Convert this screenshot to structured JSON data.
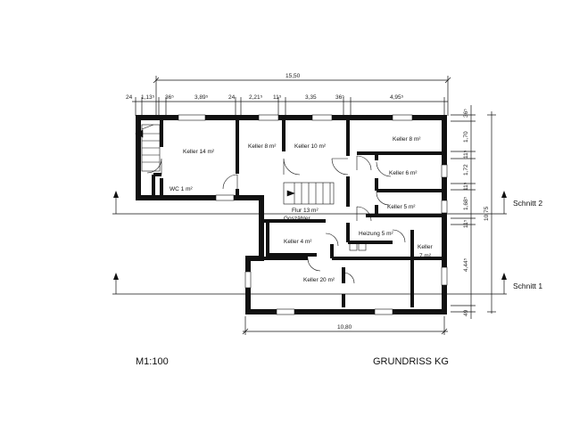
{
  "dimensions": {
    "top_total": "15,50",
    "top_parts": [
      "24",
      "1,13⁵",
      "36⁵",
      "3,89⁵",
      "24",
      "2,21⁵",
      "11⁵",
      "3,35",
      "36⁵",
      "4,95⁵"
    ],
    "bottom_total": "10,80",
    "right_parts": [
      "36⁵",
      "1,70",
      "11⁵",
      "1,72",
      "11⁵",
      "1,68⁵",
      "11⁵",
      "4,44⁵",
      "49"
    ],
    "right_total": "10,75"
  },
  "rooms": [
    {
      "name": "Keller",
      "area": "14 m²"
    },
    {
      "name": "Keller",
      "area": "8 m²"
    },
    {
      "name": "Keller",
      "area": "10 m²"
    },
    {
      "name": "Keller",
      "area": "8 m²"
    },
    {
      "name": "Keller",
      "area": "6 m²"
    },
    {
      "name": "Keller",
      "area": "5 m²"
    },
    {
      "name": "WC",
      "area": "1 m²"
    },
    {
      "name": "Flur",
      "area": "13 m²"
    },
    {
      "name": "Keller",
      "area": "4 m²"
    },
    {
      "name": "Heizung",
      "area": "5 m²"
    },
    {
      "name": "Keller",
      "area": "7 m²"
    },
    {
      "name": "Keller",
      "area": "20 m²"
    }
  ],
  "labels": {
    "gaszaehler": "Goszähler",
    "schnitt1": "Schnitt 1",
    "schnitt2": "Schnitt 2"
  },
  "footer": {
    "scale": "M1:100",
    "title": "GRUNDRISS KG"
  }
}
